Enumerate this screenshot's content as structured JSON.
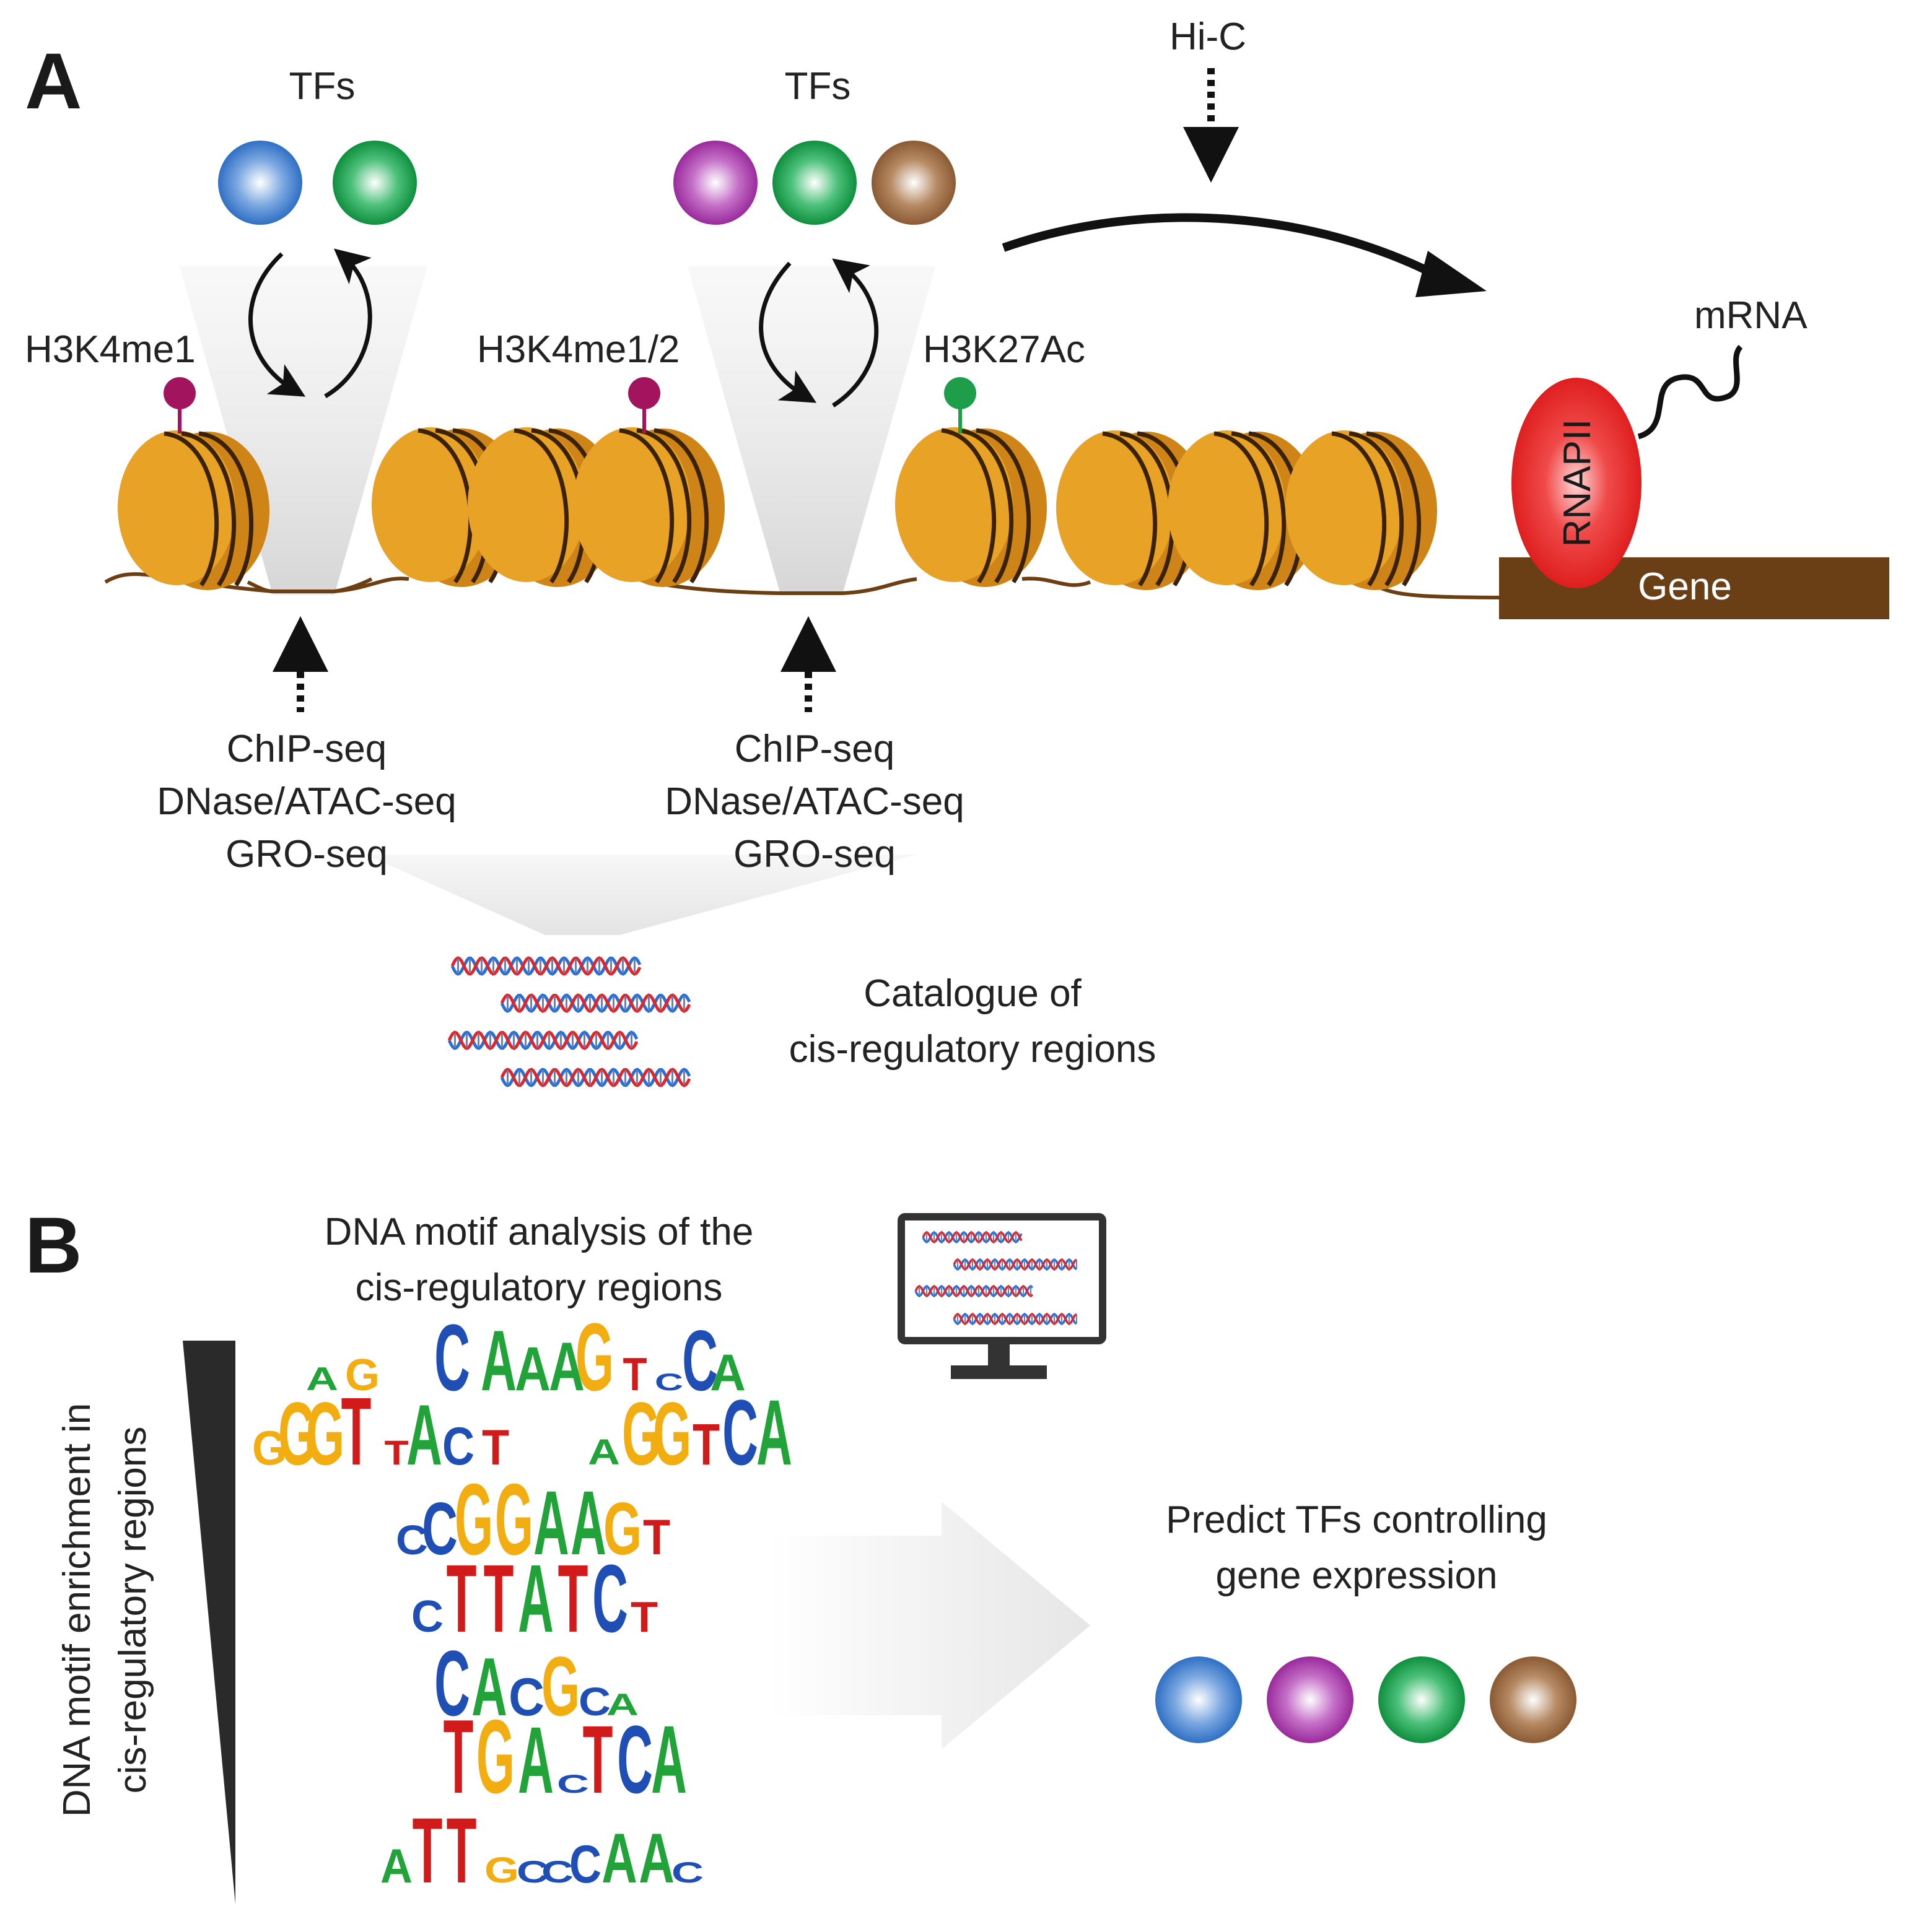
{
  "panel_a": {
    "letter": "A",
    "tfs_left_label": "TFs",
    "tfs_right_label": "TFs",
    "hic_label": "Hi-C",
    "mark_1": "H3K4me1",
    "mark_2": "H3K4me1/2",
    "mark_3": "H3K27Ac",
    "mrna_label": "mRNA",
    "rnapii_label": "RNAPII",
    "gene_label": "Gene",
    "assays_left": [
      "ChIP-seq",
      "DNase/ATAC-seq",
      "GRO-seq"
    ],
    "assays_right": [
      "ChIP-seq",
      "DNase/ATAC-seq",
      "GRO-seq"
    ],
    "catalogue_line1": "Catalogue of",
    "catalogue_line2": "cis-regulatory regions"
  },
  "panel_b": {
    "letter": "B",
    "title_line1": "DNA motif analysis of the",
    "title_line2": "cis-regulatory regions",
    "axis_line1": "DNA motif enrichment in",
    "axis_line2": "cis-regulatory regions",
    "predict_line1": "Predict TFs controlling",
    "predict_line2": "gene expression",
    "motifs": [
      "AG_CAAAGT_CA",
      "GGGT_ACT AGGTCA",
      "CCGGAAGT",
      "CTTATCT",
      "CACGCA",
      "TGACTCA",
      "ATTGCCCAAC"
    ]
  },
  "colors": {
    "tf_blue": "#2f6fc4",
    "tf_green": "#0f8f3e",
    "tf_purple": "#9a2a9c",
    "tf_brown": "#8a5a33",
    "nucleosome": "#e8a226",
    "nucleosome_side": "#cf8418",
    "dna_strand": "#6b3f12",
    "gene_bar": "#6b3f16",
    "rnapii": "#e01a1a",
    "mark_magenta": "#a3145f",
    "mark_green": "#1e9e4a",
    "base_A": "#21a33a",
    "base_C": "#1f4fb5",
    "base_G": "#f2ad10",
    "base_T": "#d11a1a"
  }
}
